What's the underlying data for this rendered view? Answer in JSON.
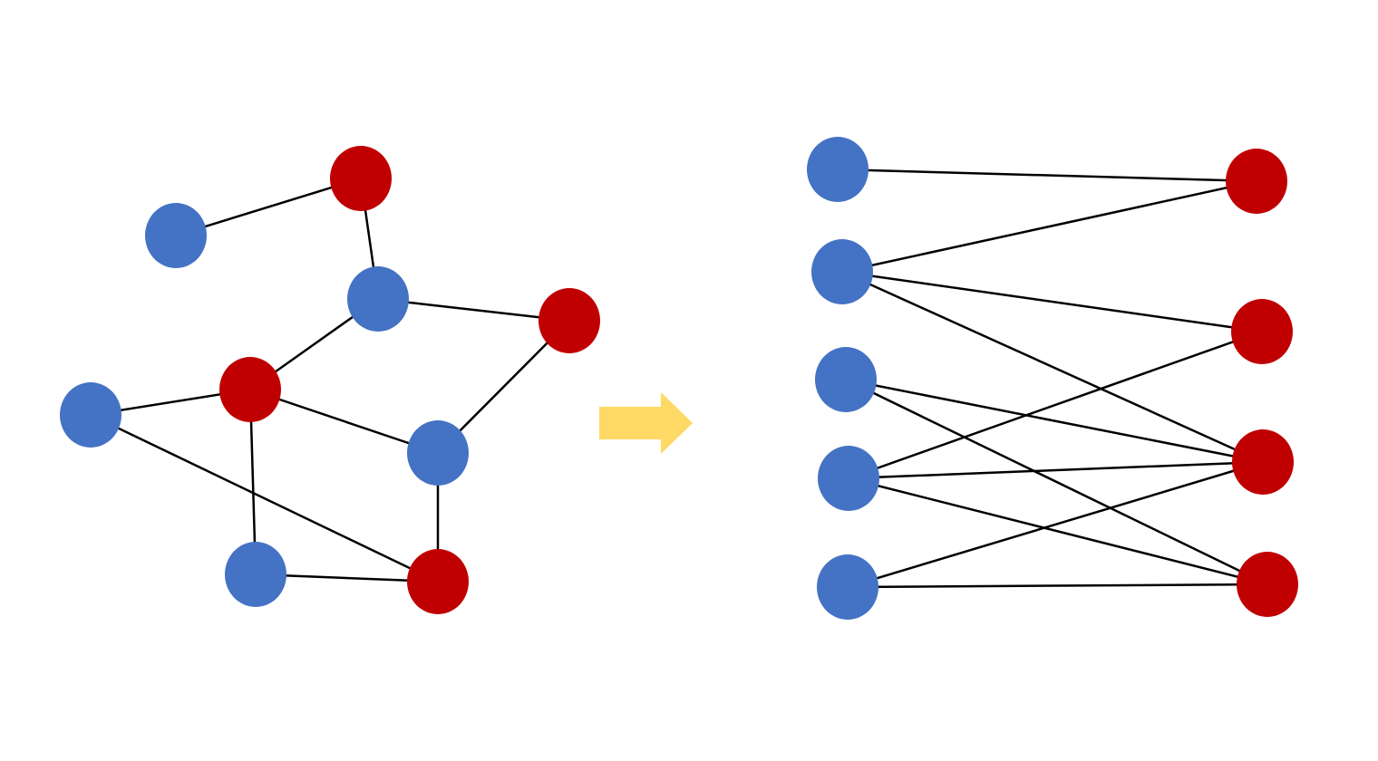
{
  "colors": {
    "partition_a": "#4472C4",
    "partition_b": "#C00000",
    "edge": "#000000",
    "arrow": "#FFD966",
    "background": "#FFFFFF"
  },
  "graphs": {
    "general": {
      "nodes": [
        {
          "id": "g1",
          "group": "a"
        },
        {
          "id": "g2",
          "group": "b"
        },
        {
          "id": "g3",
          "group": "a"
        },
        {
          "id": "g4",
          "group": "b"
        },
        {
          "id": "g5",
          "group": "a"
        },
        {
          "id": "g6",
          "group": "b"
        },
        {
          "id": "g7",
          "group": "a"
        },
        {
          "id": "g8",
          "group": "a"
        },
        {
          "id": "g9",
          "group": "b"
        }
      ],
      "edges": [
        [
          "g1",
          "g2"
        ],
        [
          "g2",
          "g3"
        ],
        [
          "g3",
          "g4"
        ],
        [
          "g3",
          "g6"
        ],
        [
          "g4",
          "g7"
        ],
        [
          "g5",
          "g6"
        ],
        [
          "g5",
          "g9"
        ],
        [
          "g6",
          "g7"
        ],
        [
          "g6",
          "g8"
        ],
        [
          "g7",
          "g9"
        ],
        [
          "g8",
          "g9"
        ]
      ]
    },
    "bipartite": {
      "nodes": [
        {
          "id": "a1",
          "group": "a"
        },
        {
          "id": "a2",
          "group": "a"
        },
        {
          "id": "a3",
          "group": "a"
        },
        {
          "id": "a4",
          "group": "a"
        },
        {
          "id": "a5",
          "group": "a"
        },
        {
          "id": "b1",
          "group": "b"
        },
        {
          "id": "b2",
          "group": "b"
        },
        {
          "id": "b3",
          "group": "b"
        },
        {
          "id": "b4",
          "group": "b"
        }
      ],
      "edges": [
        [
          "a1",
          "b1"
        ],
        [
          "a2",
          "b1"
        ],
        [
          "a2",
          "b2"
        ],
        [
          "a2",
          "b3"
        ],
        [
          "a3",
          "b3"
        ],
        [
          "a3",
          "b4"
        ],
        [
          "a4",
          "b2"
        ],
        [
          "a4",
          "b3"
        ],
        [
          "a4",
          "b4"
        ],
        [
          "a5",
          "b3"
        ],
        [
          "a5",
          "b4"
        ]
      ]
    }
  }
}
